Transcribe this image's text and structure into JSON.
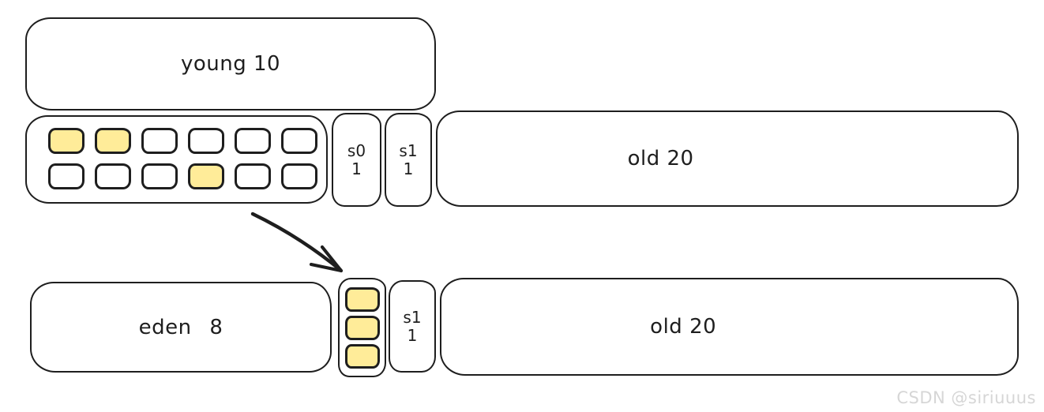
{
  "colors": {
    "stroke": "#1e1e1e",
    "object_fill": "#ffec99",
    "box_fill": "#ffffff",
    "watermark_gray": "#d6d6d6"
  },
  "top_row": {
    "young": {
      "label": "young 10"
    },
    "eden_grid": {
      "cells": [
        [
          1,
          1,
          0,
          0,
          0,
          0
        ],
        [
          0,
          0,
          0,
          1,
          0,
          0
        ]
      ]
    },
    "s0": {
      "label": "s0",
      "value": "1"
    },
    "s1": {
      "label": "s1",
      "value": "1"
    },
    "old": {
      "label": "old 20"
    }
  },
  "bottom_row": {
    "eden": {
      "label": "eden 8"
    },
    "s0_stack": {
      "filled_count": 3
    },
    "s1": {
      "label": "s1",
      "value": "1"
    },
    "old": {
      "label": "old 20"
    }
  },
  "watermark": {
    "text": "CSDN @siriuuus"
  }
}
